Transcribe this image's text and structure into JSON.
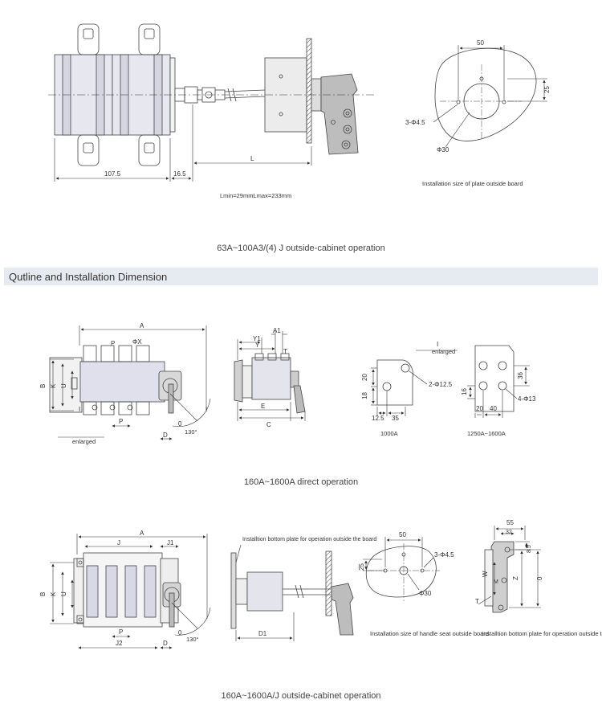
{
  "section_title": "Qutline and Installation Dimension",
  "captions": {
    "top": "63A~100A3/(4) J outside-cabinet operation",
    "middle": "160A~1600A direct operation",
    "bottom": "160A~1600A/J outside-cabinet operation"
  },
  "top_drawing": {
    "dim_107": "107.5",
    "dim_16": "16.5",
    "dim_L": "L",
    "lmin_lmax": "Lmin=29mmLmax=233mm",
    "plate_50": "50",
    "plate_25": "25",
    "plate_holes": "3-Φ4.5",
    "plate_phi30": "Φ30",
    "plate_caption": "Installation size of plate outside board"
  },
  "middle_drawing": {
    "A": "A",
    "P": "P",
    "phiX": "ΦX",
    "B": "B",
    "K": "K",
    "U": "U",
    "I": "I",
    "enlarged": "enlarged",
    "D": "D",
    "angle0": "0",
    "angle130": "130°",
    "Y1": "Y1",
    "A1": "A1",
    "Y": "Y",
    "T": "T",
    "E": "E",
    "C": "C",
    "d20": "20",
    "d18": "18",
    "d12_5": "12.5",
    "d35": "35",
    "holes_1000": "2-Φ12.5",
    "label_1000": "1000A",
    "d36": "36",
    "d16": "16",
    "d40": "40",
    "holes_1250": "4-Φ13",
    "label_1250": "1250A~1600A"
  },
  "bottom_drawing": {
    "A": "A",
    "J": "J",
    "J1": "J1",
    "J2": "J2",
    "B": "B",
    "K": "K",
    "U": "U",
    "P": "P",
    "D": "D",
    "angle0": "0",
    "angle130": "130°",
    "D1": "D1",
    "bottom_plate_note": "Installtion bottom plate for operation outside the board",
    "d50": "50",
    "d25": "25",
    "holes": "3-Φ4.5",
    "phi30": "Φ30",
    "handle_caption": "Installation size of handle seat outside board",
    "d55": "55",
    "d32": "32",
    "d8_5": "8.5",
    "W": "W",
    "M": "M",
    "Z": "Z",
    "O": "0",
    "T": "T",
    "bracket_caption": "Installtion bottom plate for operation outside the board"
  }
}
